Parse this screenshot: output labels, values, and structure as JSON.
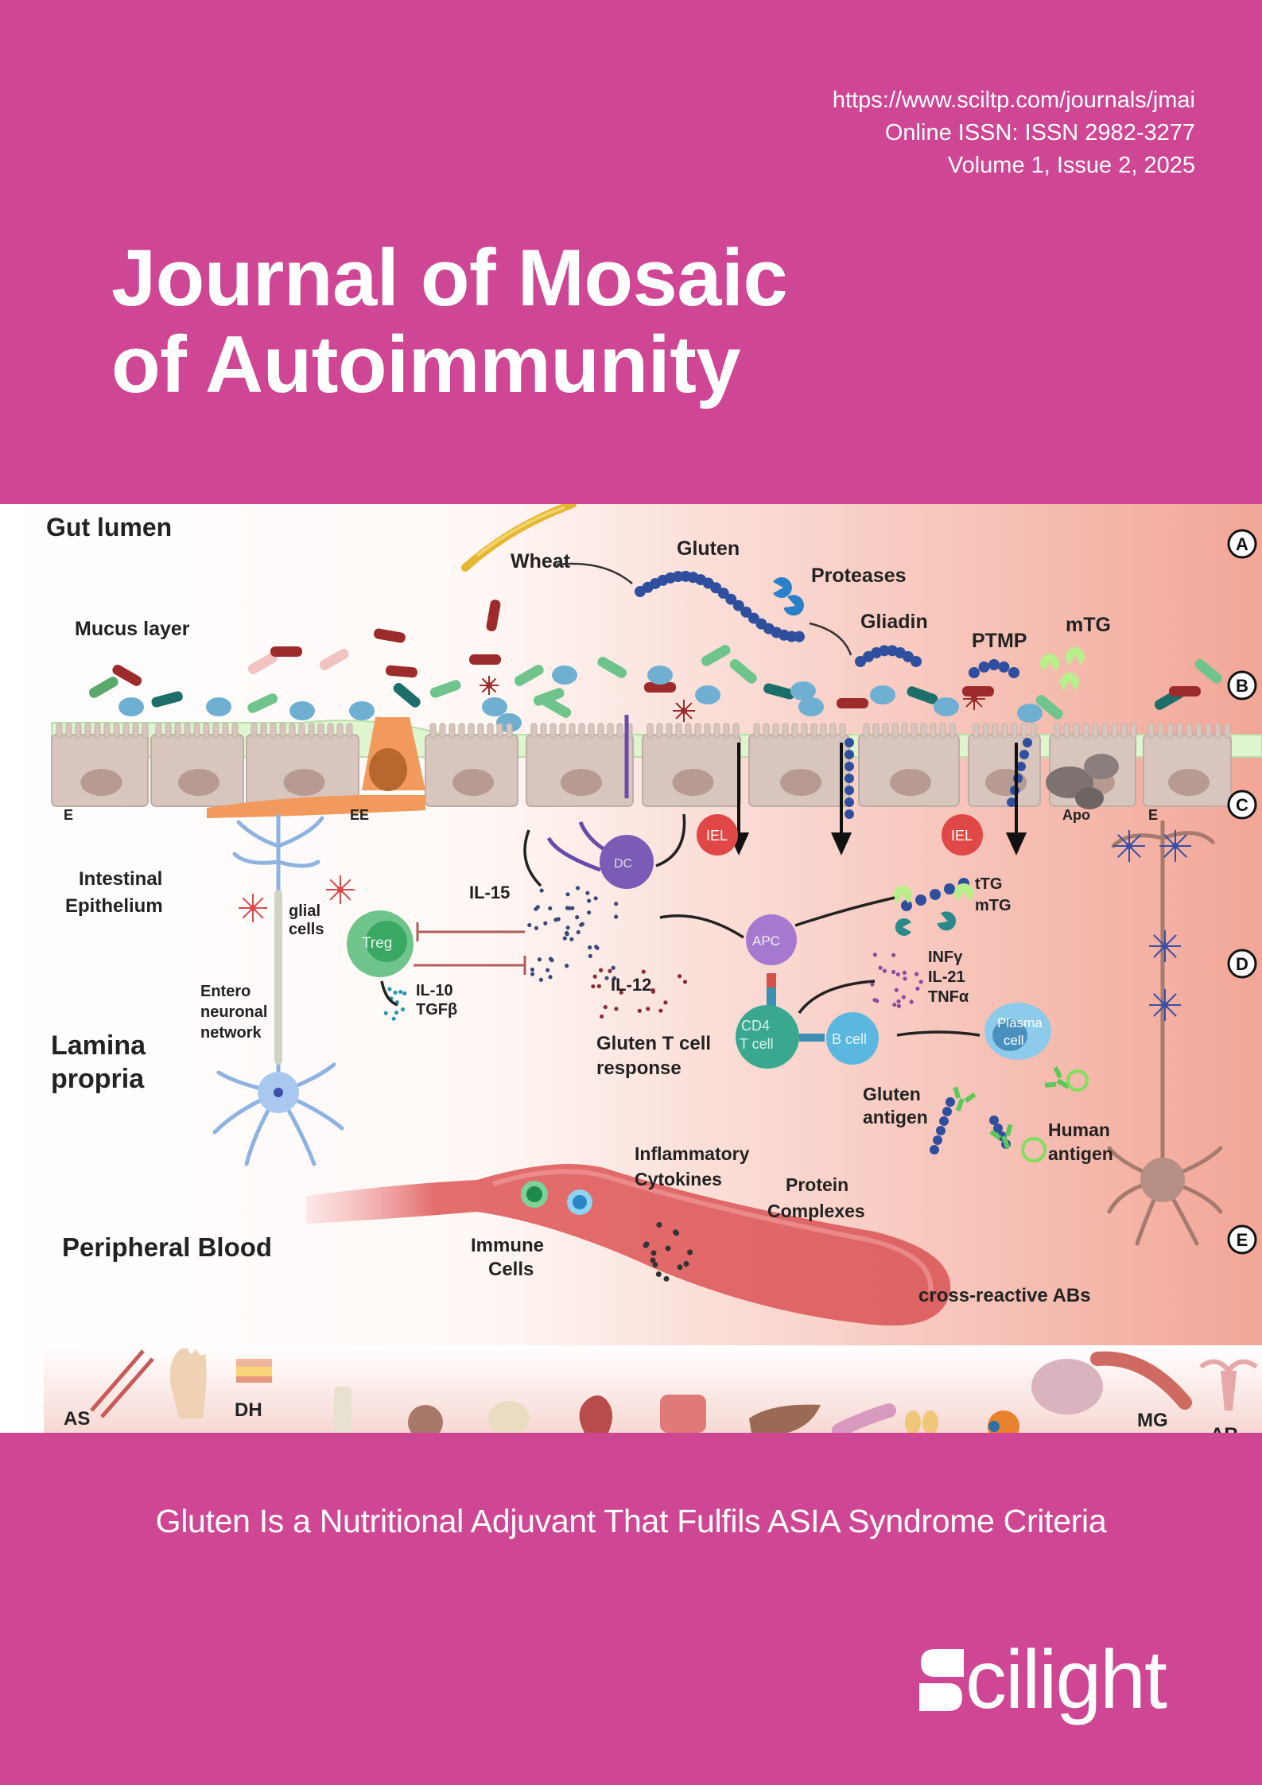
{
  "header": {
    "url": "https://www.sciltp.com/journals/jmai",
    "issn": "Online ISSN: ISSN 2982-3277",
    "volume": "Volume 1, Issue 2, 2025"
  },
  "journal": {
    "title_line1": "Journal of Mosaic",
    "title_line2": "of Autoimmunity"
  },
  "figure": {
    "region_labels": {
      "gut_lumen": "Gut lumen",
      "mucus_layer": "Mucus layer",
      "intestinal_epithelium": [
        "Intestinal",
        "Epithelium"
      ],
      "lamina_propria": [
        "Lamina",
        "propria"
      ],
      "peripheral_blood": "Peripheral Blood"
    },
    "panel_markers": [
      "A",
      "B",
      "C",
      "D",
      "E"
    ],
    "labels": {
      "wheat": "Wheat",
      "gluten": "Gluten",
      "proteases": "Proteases",
      "gliadin": "Gliadin",
      "ptmp": "PTMP",
      "mtg": "mTG",
      "e_left": "E",
      "ee": "EE",
      "apo": "Apo",
      "e_right": "E",
      "iel": "IEL",
      "dc": "DC",
      "apc": "APC",
      "treg": "Treg",
      "glial_cells": [
        "glial",
        "cells"
      ],
      "entero_neuronal": [
        "Entero",
        "neuronal",
        "network"
      ],
      "il15": "IL-15",
      "il12": "IL-12",
      "il10_tgfb": [
        "IL-10",
        "TGFβ"
      ],
      "ttg_mtg": [
        "tTG",
        "mTG"
      ],
      "cytokines": [
        "INFγ",
        "IL-21",
        "TNFα"
      ],
      "cd4": [
        "CD4",
        "T cell"
      ],
      "b_cell": "B cell",
      "plasma_cell": [
        "Plasma",
        "cell"
      ],
      "gluten_t_cell_response": [
        "Gluten T cell",
        "response"
      ],
      "gluten_antigen": [
        "Gluten",
        "antigen"
      ],
      "human_antigen": [
        "Human",
        "antigen"
      ],
      "inflammatory_cytokines": [
        "Inflammatory",
        "Cytokines"
      ],
      "protein_complexes": [
        "Protein",
        "Complexes"
      ],
      "immune_cells": [
        "Immune",
        "Cells"
      ],
      "cross_reactive": "cross-reactive ABs"
    },
    "organ_strip": {
      "labels": [
        "AS",
        "DH",
        "MG",
        "AR"
      ]
    },
    "colors": {
      "epithelium": "#d8c6be",
      "nucleus": "#b79a91",
      "mucus": "#dff5cf",
      "dc": "#7a5bb5",
      "apc": "#a679d1",
      "treg": "#5cbf7c",
      "cd4": "#3aa88f",
      "bcell": "#5bb7e0",
      "iel": "#e04848",
      "vessel": "#e36d6d",
      "gluten_bead": "#2f4f9e"
    }
  },
  "article": {
    "title": "Gluten Is a Nutritional Adjuvant That Fulfils ASIA Syndrome Criteria"
  },
  "publisher": {
    "name": "cilight",
    "logo_icon": "scilight-s-logo-icon"
  }
}
